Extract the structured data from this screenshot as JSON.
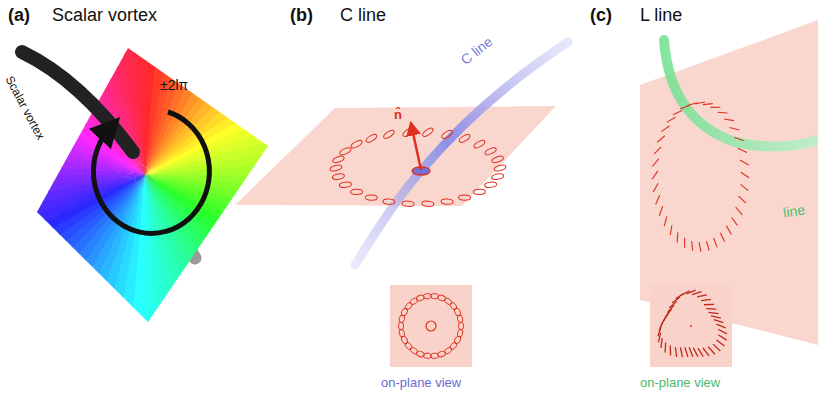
{
  "diagram": {
    "labels": [
      "(a)",
      "Scalar vortex",
      "Scalar vortex",
      "±2lπ",
      "(b)",
      "C line",
      "C line",
      "n̂",
      "on-plane view",
      "(c)",
      "L line",
      "line",
      "on-plane view"
    ]
  }
}
